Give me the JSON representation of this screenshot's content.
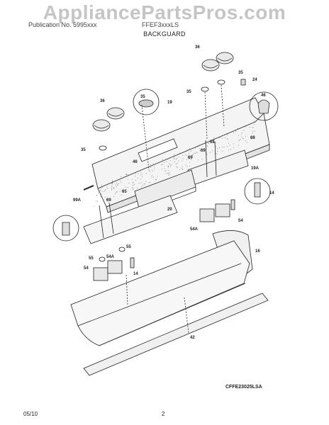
{
  "watermark": "AppliancePartsPros.com",
  "header": {
    "left": "Publication No. 5995xxx",
    "right": "FFEF3xxxLS",
    "title": "BACKGUARD"
  },
  "callouts": {
    "c36a": "36",
    "c35a": "35",
    "c24": "24",
    "c35b": "35",
    "c46": "46",
    "c19": "19",
    "c36b": "36",
    "c35c": "35",
    "c35d": "35",
    "c68a": "68",
    "c68b": "68",
    "c69a": "69",
    "c69b": "69",
    "c46b": "46",
    "c19a": "19A",
    "c99a": "99A",
    "c65": "65",
    "c20": "20",
    "c14a": "14",
    "c54a": "54A",
    "c54": "54",
    "c69c": "69",
    "c16": "16",
    "c55a": "55",
    "c55b": "55",
    "c54b": "54A",
    "c54c": "54",
    "c14b": "14",
    "c42": "42"
  },
  "diagram_code": "CFFE23025LSA",
  "footer": {
    "date": "05/10",
    "page": "2"
  }
}
